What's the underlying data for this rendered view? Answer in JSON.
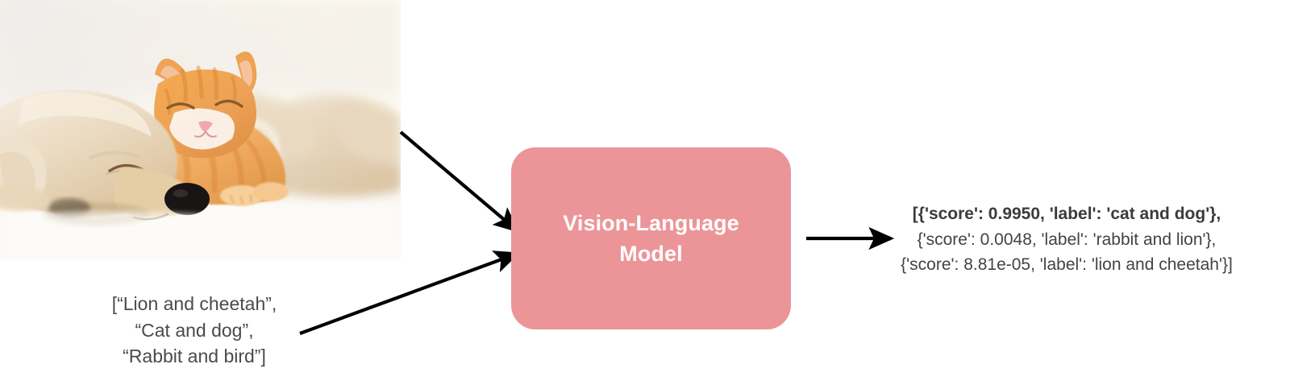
{
  "diagram": {
    "title": "Vision-Language Model zero-shot image classification pipeline",
    "colors": {
      "model_box": "#ec9599",
      "model_text": "#ffffff",
      "body_text": "#4a4a4a",
      "output_text": "#434343",
      "arrow": "#000000",
      "background": "#ffffff"
    }
  },
  "input_image": {
    "alt": "Sleeping golden retriever puppy cuddling with an orange tabby kitten on a white blanket",
    "subject_labels": [
      "puppy",
      "kitten"
    ]
  },
  "prompt": {
    "lines": [
      "[“Lion and cheetah”,",
      "“Cat and dog”,",
      "“Rabbit and bird”]"
    ]
  },
  "model": {
    "line1": "Vision-Language",
    "line2": "Model"
  },
  "output": {
    "lines": [
      "[{'score': 0.9950, 'label': 'cat and dog'},",
      "{'score': 0.0048, 'label': 'rabbit and lion'},",
      "{'score': 8.81e-05, 'label': 'lion and cheetah'}]"
    ],
    "predictions": [
      {
        "score": "0.9950",
        "label": "cat and dog"
      },
      {
        "score": "0.0048",
        "label": "rabbit and lion"
      },
      {
        "score": "8.81e-05",
        "label": "lion and cheetah"
      }
    ]
  },
  "arrows": {
    "image_to_model": "arrow-image-to-model",
    "prompt_to_model": "arrow-prompt-to-model",
    "model_to_output": "arrow-model-to-output"
  }
}
